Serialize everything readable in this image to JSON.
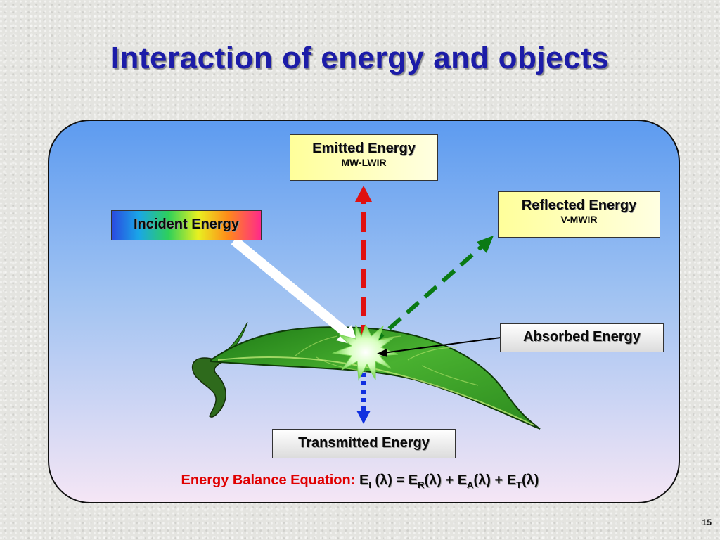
{
  "title": "Interaction of energy and objects",
  "labels": {
    "incident": "Incident Energy",
    "emitted": "Emitted Energy",
    "emitted_band": "MW-LWIR",
    "reflected": "Reflected Energy",
    "reflected_band": "V-MWIR",
    "absorbed": "Absorbed Energy",
    "transmitted": "Transmitted Energy"
  },
  "equation": {
    "prefix": "Energy Balance Equation:",
    "E": "E",
    "I": "I",
    "R": "R",
    "A": "A",
    "T": "T",
    "lambda_term": "(λ)",
    "lambda_term_sp": " (λ)",
    "eq": " = ",
    "plus": " + "
  },
  "page_number": "15",
  "colors": {
    "title": "#1c1ca8",
    "emitted_arrow": "#e01010",
    "reflected_arrow": "#0a7a14",
    "transmitted_arrow": "#1030e0",
    "incident_arrow": "#ffffff",
    "leaf": "#3aa028",
    "equation_prefix": "#e00000"
  },
  "icons": [
    "leaf-illustration",
    "energy-burst-icon"
  ]
}
